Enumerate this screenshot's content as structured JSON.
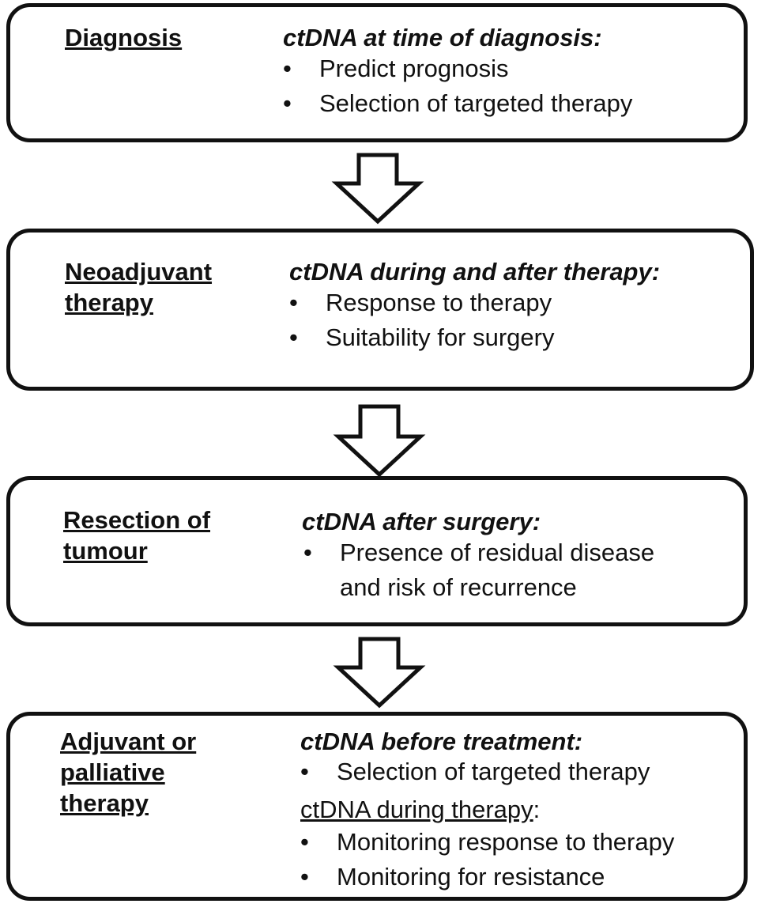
{
  "stages": [
    {
      "title": "Diagnosis",
      "heading": "ctDNA at time of diagnosis:",
      "bullets": [
        "Predict prognosis",
        "Selection of targeted therapy"
      ]
    },
    {
      "title": "Neoadjuvant therapy",
      "heading": "ctDNA during and after therapy:",
      "bullets": [
        "Response to therapy",
        "Suitability for surgery"
      ]
    },
    {
      "title": "Resection of tumour",
      "heading": "ctDNA after surgery:",
      "bullets": [
        "Presence of residual disease and risk of recurrence"
      ]
    },
    {
      "title": "Adjuvant or palliative therapy",
      "heading": "ctDNA before treatment:",
      "bullets": [
        "Selection of targeted therapy"
      ],
      "subheading": "ctDNA during therapy",
      "subheading_suffix": ":",
      "sub_bullets": [
        "Monitoring response to therapy",
        "Monitoring for resistance"
      ]
    }
  ]
}
